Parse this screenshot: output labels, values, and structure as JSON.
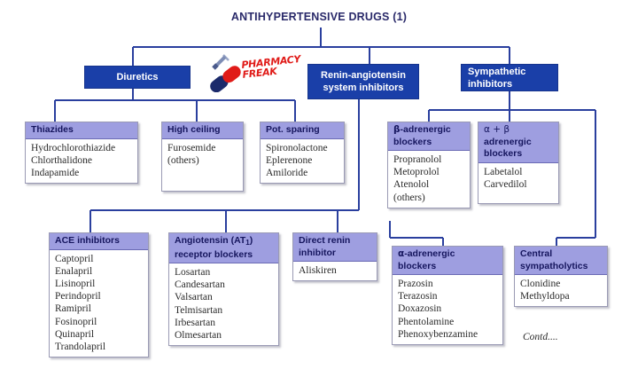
{
  "title": "ANTIHYPERTENSIVE DRUGS (1)",
  "footer_note": "Contd....",
  "colors": {
    "level1_box": "#1a3fa8",
    "card_header": "#9e9ee0",
    "card_body": "#ffffff",
    "connector": "#2a3f9e",
    "title_text": "#2a2a6a",
    "logo_red": "#e01b18",
    "logo_navy": "#1b2a6b"
  },
  "watermark": {
    "line1": "PHARMACY",
    "line2": "FREAK",
    "icon": "capsule-icon"
  },
  "level1": [
    {
      "id": "diuretics",
      "label": "Diuretics"
    },
    {
      "id": "renin-angiotensin",
      "label": "Renin-angiotensin\nsystem inhibitors",
      "line1": "Renin-angiotensin",
      "line2": "system inhibitors"
    },
    {
      "id": "sympathetic",
      "label": "Sympathetic\ninhibitors",
      "line1": "Sympathetic",
      "line2": "inhibitors"
    }
  ],
  "cards": {
    "thiazides": {
      "header": "Thiazides",
      "drugs": [
        "Hydrochlorothiazide",
        "Chlorthalidone",
        "Indapamide"
      ]
    },
    "high_ceiling": {
      "header": "High ceiling",
      "drugs": [
        "Furosemide",
        "(others)"
      ]
    },
    "pot_sparing": {
      "header": "Pot. sparing",
      "drugs": [
        "Spironolactone",
        "Eplerenone",
        "Amiloride"
      ]
    },
    "beta_blockers": {
      "header_greek": "β",
      "header_rest": "-adrenergic",
      "header_line2": "blockers",
      "drugs": [
        "Propranolol",
        "Metoprolol",
        "Atenolol",
        "(others)"
      ]
    },
    "alpha_beta_blockers": {
      "header_line1": "α + β",
      "header_line2": "adrenergic",
      "header_line3": "blockers",
      "drugs": [
        "Labetalol",
        "Carvedilol"
      ]
    },
    "ace_inhibitors": {
      "header": "ACE inhibitors",
      "drugs": [
        "Captopril",
        "Enalapril",
        "Lisinopril",
        "Perindopril",
        "Ramipril",
        "Fosinopril",
        "Quinapril",
        "Trandolapril"
      ]
    },
    "arb": {
      "header_line1_a": "Angiotensin (AT",
      "header_line1_sub": "1",
      "header_line1_b": ")",
      "header_line2": "receptor blockers",
      "drugs": [
        "Losartan",
        "Candesartan",
        "Valsartan",
        "Telmisartan",
        "Irbesartan",
        "Olmesartan"
      ]
    },
    "direct_renin": {
      "header_line1": "Direct renin",
      "header_line2": "inhibitor",
      "drugs": [
        "Aliskiren"
      ]
    },
    "alpha_blockers": {
      "header_greek": "α",
      "header_rest": "-adrenergic",
      "header_line2": "blockers",
      "drugs": [
        "Prazosin",
        "Terazosin",
        "Doxazosin",
        "Phentolamine",
        "Phenoxybenzamine"
      ]
    },
    "central_sympatholytics": {
      "header_line1": "Central",
      "header_line2": "sympatholytics",
      "drugs": [
        "Clonidine",
        "Methyldopa"
      ]
    }
  }
}
